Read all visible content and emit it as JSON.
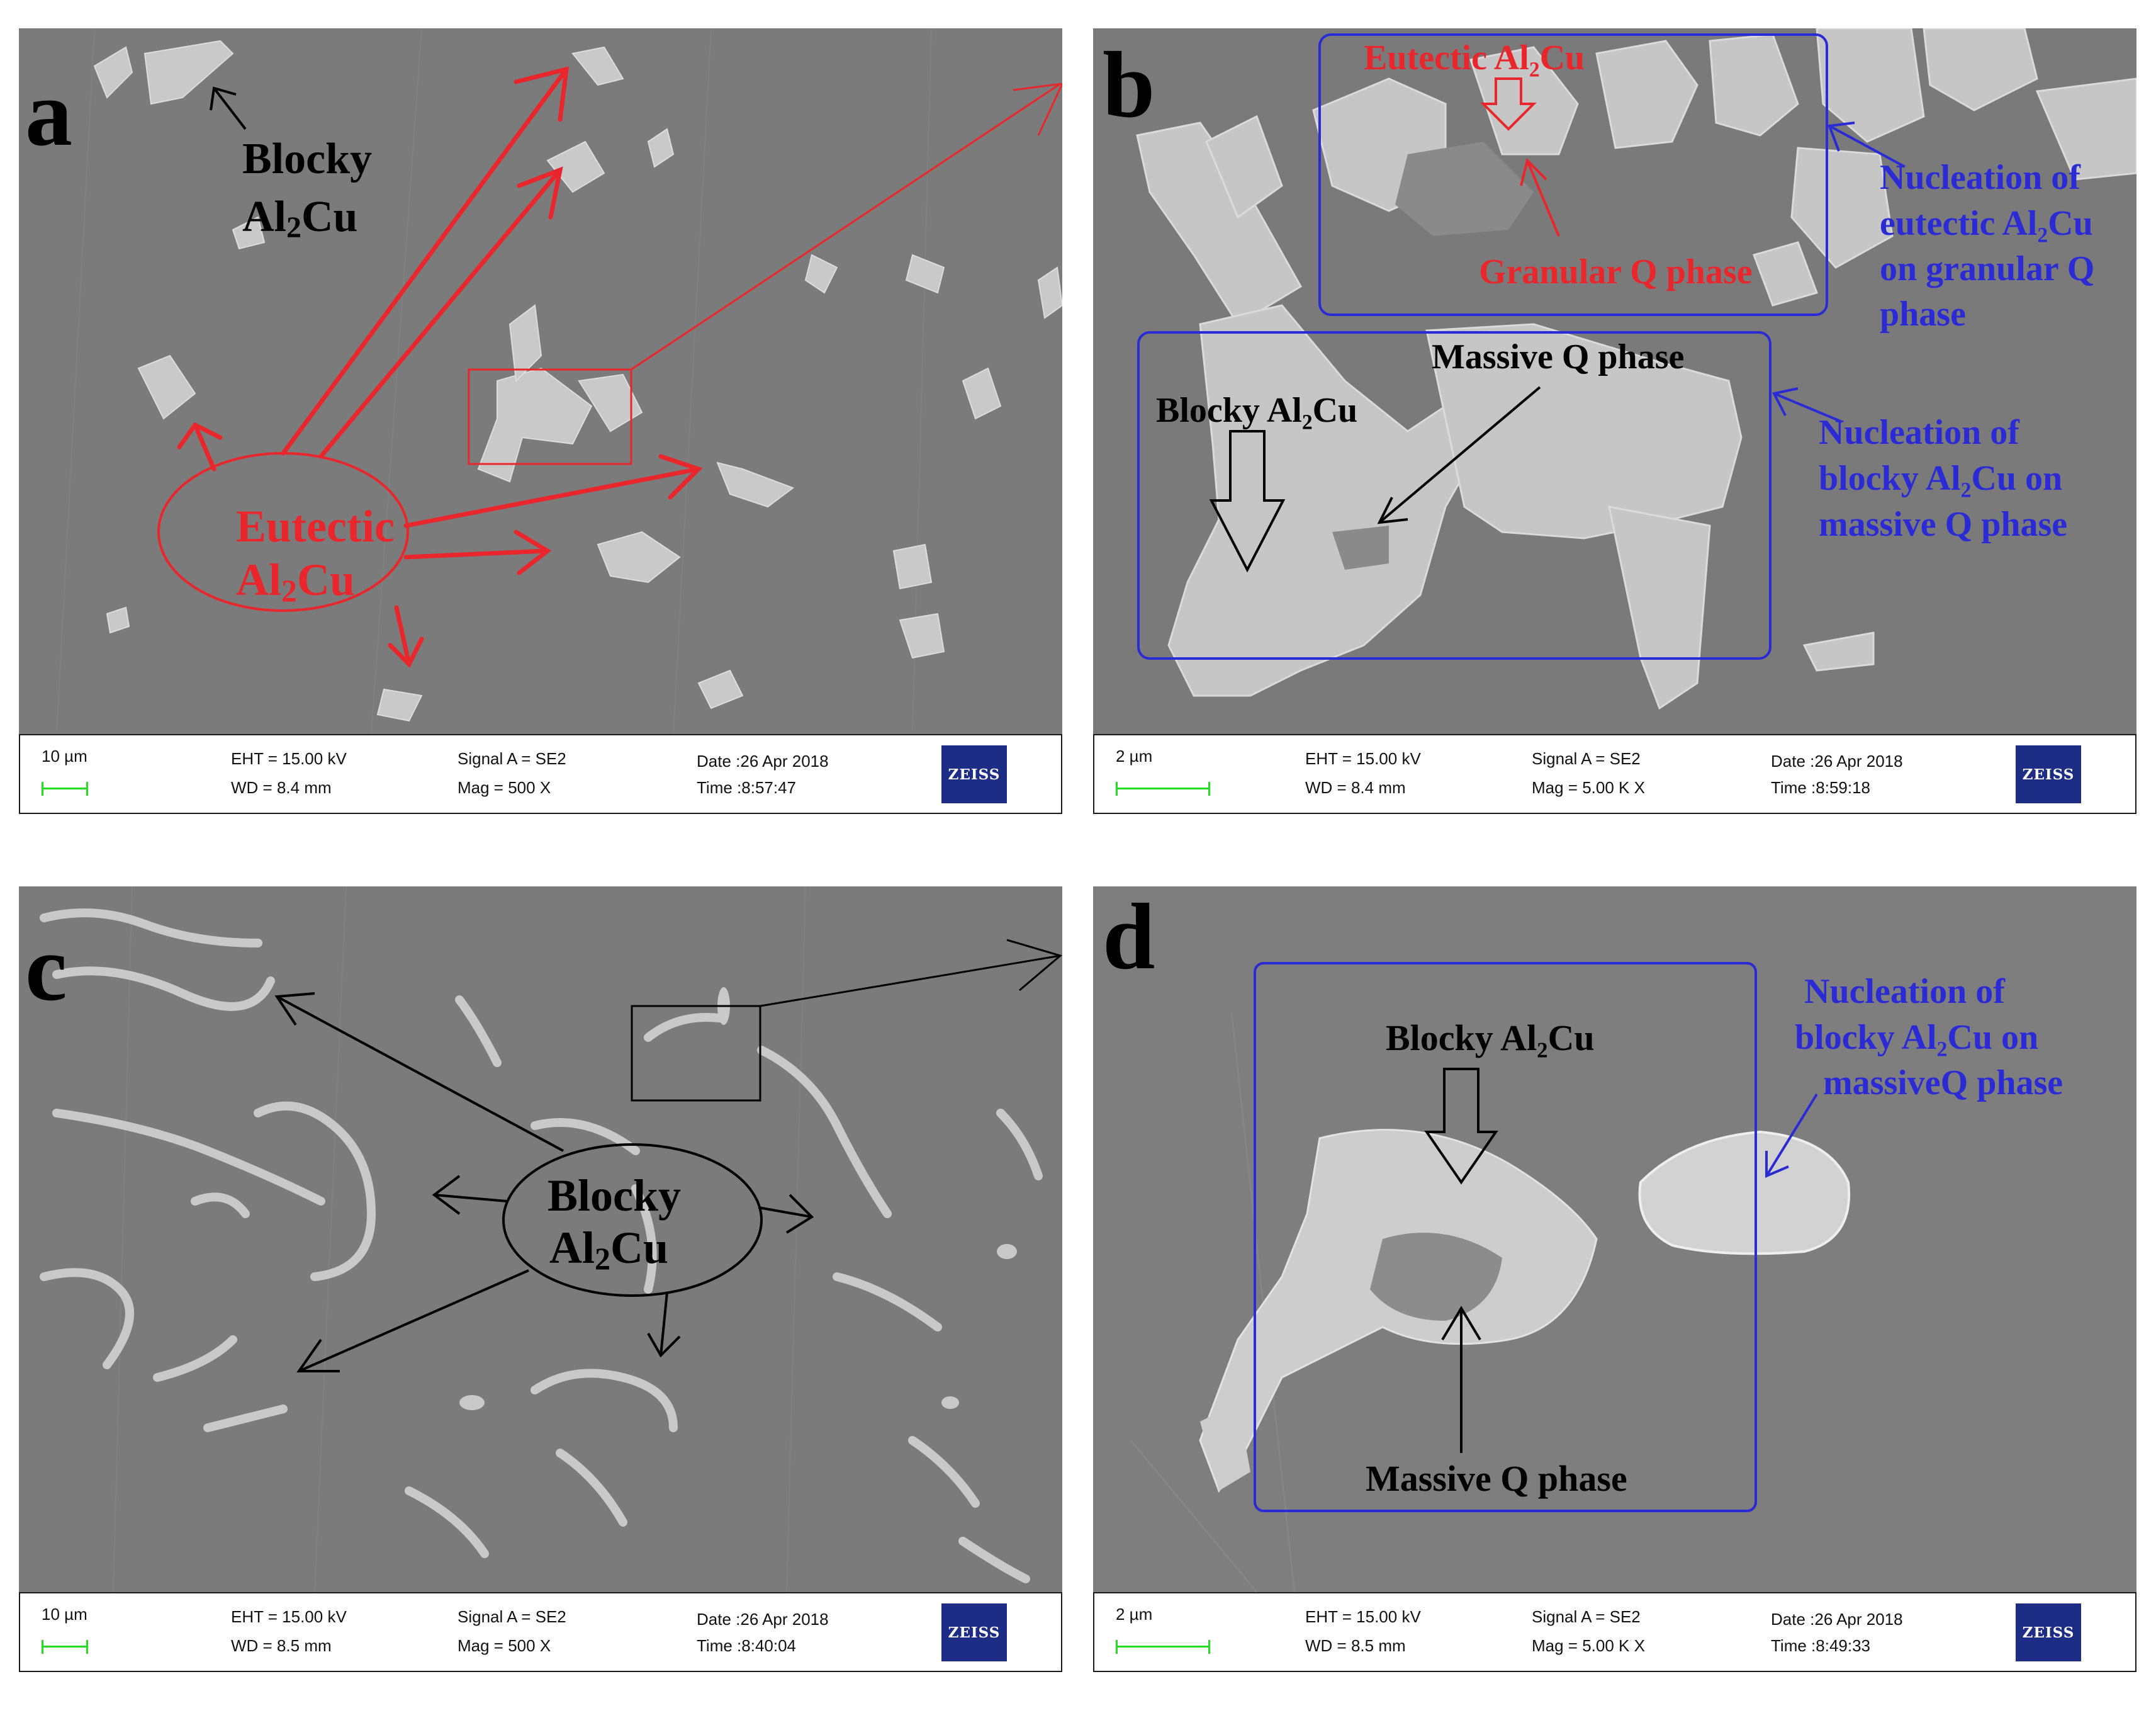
{
  "panels": [
    {
      "letter": "a",
      "labels": {
        "blocky_line1": "Blocky",
        "blocky_line2_al": "Al",
        "blocky_line2_sub": "2",
        "blocky_line2_cu": "Cu",
        "eutectic_line1": "Eutectic",
        "eutectic_line2_al": "Al",
        "eutectic_line2_sub": "2",
        "eutectic_line2_cu": "Cu"
      },
      "databar": {
        "scale": "10 µm",
        "eht": "EHT = 15.00 kV",
        "wd": "WD = 8.4 mm",
        "signal": "Signal A = SE2",
        "mag": "Mag =    500 X",
        "date": "Date :26 Apr 2018",
        "time": "Time :8:57:47",
        "logo": "ZEISS"
      }
    },
    {
      "letter": "b",
      "labels": {
        "eutectic_al2cu": "Eutectic Al₂Cu",
        "granular_q": "Granular Q phase",
        "nucl_eut_1": "Nucleation of",
        "nucl_eut_2": "eutectic Al₂Cu",
        "nucl_eut_3": "on granular Q",
        "nucl_eut_4": "phase",
        "massive_q": "Massive Q phase",
        "blocky_al2cu": "Blocky Al₂Cu",
        "nucl_blk_1": "Nucleation of",
        "nucl_blk_2": "blocky Al₂Cu on",
        "nucl_blk_3": "massive Q phase"
      },
      "databar": {
        "scale": "2 µm",
        "eht": "EHT = 15.00 kV",
        "wd": "WD = 8.4 mm",
        "signal": "Signal A = SE2",
        "mag": "Mag =    5.00 K X",
        "date": "Date :26 Apr 2018",
        "time": "Time :8:59:18",
        "logo": "ZEISS"
      }
    },
    {
      "letter": "c",
      "labels": {
        "blocky_line1": "Blocky",
        "blocky_line2_al": "Al",
        "blocky_line2_sub": "2",
        "blocky_line2_cu": "Cu"
      },
      "databar": {
        "scale": "10 µm",
        "eht": "EHT = 15.00 kV",
        "wd": "WD = 8.5 mm",
        "signal": "Signal A = SE2",
        "mag": "Mag =    500 X",
        "date": "Date :26 Apr 2018",
        "time": "Time :8:40:04",
        "logo": "ZEISS"
      }
    },
    {
      "letter": "d",
      "labels": {
        "blocky_al2cu": "Blocky Al₂Cu",
        "massive_q": "Massive Q phase",
        "nucl_1": "Nucleation of",
        "nucl_2": "blocky Al₂Cu on",
        "nucl_3": "massiveQ phase"
      },
      "databar": {
        "scale": "2 µm",
        "eht": "EHT = 15.00 kV",
        "wd": "WD = 8.5 mm",
        "signal": "Signal A = SE2",
        "mag": "Mag =    5.00 K X",
        "date": "Date :26 Apr 2018",
        "time": "Time :8:49:33",
        "logo": "ZEISS"
      }
    }
  ],
  "colors": {
    "matrix": "#7a7a7a",
    "phase": "#c8c8c8",
    "red_annotation": "#e8262b",
    "blue_annotation": "#2b2bd6",
    "black_annotation": "#000000",
    "scalebar_green": "#22dd22",
    "zeiss_blue": "#1d2d86"
  }
}
